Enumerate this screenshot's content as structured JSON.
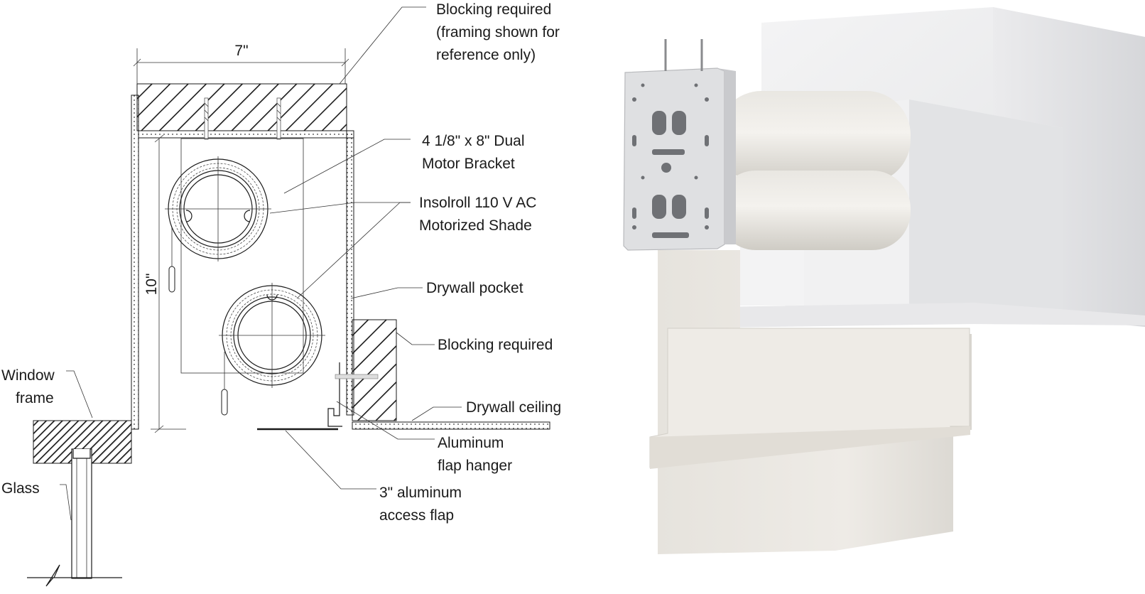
{
  "diagram": {
    "dimensions": {
      "width": "7\"",
      "height": "10\""
    },
    "labels": {
      "blocking_top": [
        "Blocking required",
        "(framing shown for",
        "reference only)"
      ],
      "bracket": [
        "4 1/8\" x 8\" Dual",
        "Motor Bracket"
      ],
      "shade": [
        "Insolroll 110 V AC",
        "Motorized Shade"
      ],
      "drywall_pocket": "Drywall pocket",
      "blocking_side": "Blocking required",
      "drywall_ceiling": "Drywall ceiling",
      "flap_hanger": [
        "Aluminum",
        "flap hanger"
      ],
      "access_flap": [
        "3\" aluminum",
        "access flap"
      ],
      "window_frame": [
        "Window",
        "frame"
      ],
      "glass": "Glass"
    }
  }
}
